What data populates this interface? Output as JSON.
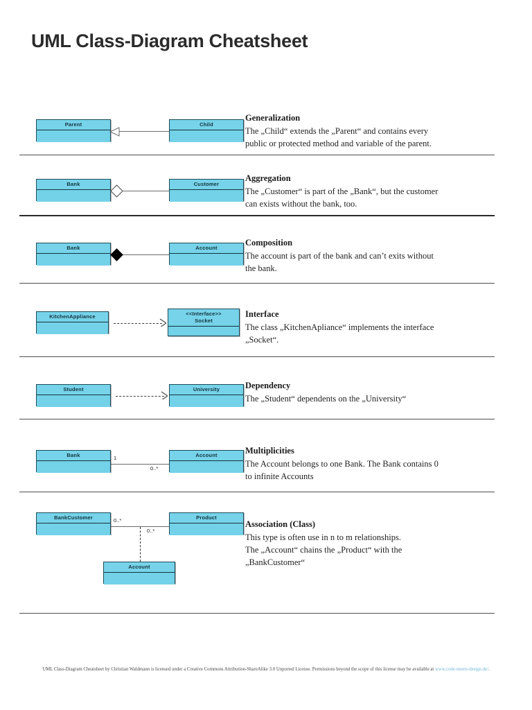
{
  "document": {
    "title": "UML Class-Diagram Cheatsheet"
  },
  "sections": [
    {
      "id": "generalization",
      "title": "Generalization",
      "body": "The „Child“ extends the „Parent“ and contains every\npublic or protected method and variable of the parent.",
      "left_class": "Parent",
      "right_class": "Child",
      "connector": "hollow-triangle-arrow",
      "multiplicities": []
    },
    {
      "id": "aggregation",
      "title": "Aggregation",
      "body": "The „Customer“ is part of the „Bank“, but the customer\ncan exists without the bank, too.",
      "left_class": "Bank",
      "right_class": "Customer",
      "connector": "hollow-diamond",
      "multiplicities": []
    },
    {
      "id": "composition",
      "title": "Composition",
      "body": "The account is part of the bank and can’t exits without\nthe bank.",
      "left_class": "Bank",
      "right_class": "Account",
      "connector": "filled-diamond",
      "multiplicities": []
    },
    {
      "id": "interface",
      "title": "Interface",
      "body": "The class „KitchenApliance“ implements the interface\n„Socket“.",
      "left_class": "KitchenAppliance",
      "right_class_stereotype": "<<Interface>>",
      "right_class": "Socket",
      "connector": "dashed-open-arrow",
      "multiplicities": []
    },
    {
      "id": "dependency",
      "title": "Dependency",
      "body": "The „Student“ dependents on the „University“",
      "left_class": "Student",
      "right_class": "University",
      "connector": "dashed-open-arrow",
      "multiplicities": []
    },
    {
      "id": "multiplicities",
      "title": "Multiplicities",
      "body": "The Account belongs to one Bank. The Bank contains 0\nto infinite Accounts",
      "left_class": "Bank",
      "right_class": "Account",
      "connector": "plain-line",
      "multiplicities": [
        "1",
        "0..*"
      ]
    },
    {
      "id": "association-class",
      "title": "Association (Class)",
      "body": "This type is often use in n to m relationships.\nThe „Account“  chains the „Product“ with the\n„BankCustomer“",
      "left_class": "BankCustomer",
      "right_class": "Product",
      "assoc_class": "Account",
      "connector": "plain-line-with-dashed-drop",
      "multiplicities": [
        "0..*",
        "0..*"
      ]
    }
  ],
  "footer": {
    "line1_pre": "UML Class-Diagram Cheatsheet by Christian Waldmann is licensed under a Creative Commons Attribution-ShareAlike 3.0 Unported License. Permissions beyond the scope of",
    "line2_pre": "this license may be available at ",
    "link": "www.code-meets-design.de/",
    "line2_post": "."
  },
  "colors": {
    "class_fill": "#6fcfe6",
    "class_border": "#1d4b59",
    "link": "#6fb7d6",
    "divider": "#4d4d4d"
  }
}
